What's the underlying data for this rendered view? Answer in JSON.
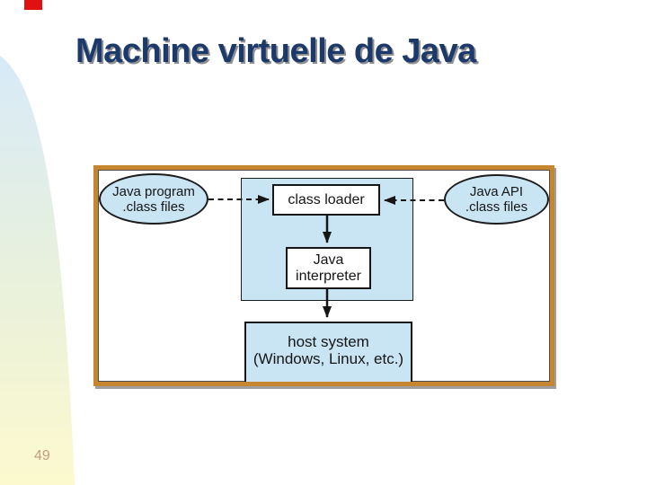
{
  "slide": {
    "title": "Machine virtuelle de Java",
    "page_number": "49"
  },
  "diagram": {
    "java_program": {
      "line1": "Java program",
      "line2": ".class files"
    },
    "java_api": {
      "line1": "Java API",
      "line2": ".class files"
    },
    "class_loader": {
      "label": "class loader"
    },
    "java_interpreter": {
      "line1": "Java",
      "line2": "interpreter"
    },
    "host_system": {
      "line1": "host system",
      "line2": "(Windows, Linux, etc.)"
    }
  },
  "colors": {
    "title_text": "#1B3A6B",
    "title_shadow": "#8F8F8F",
    "frame_border": "#C6862F",
    "node_fill": "#C9E5F4",
    "node_outline": "#161616",
    "accent_red": "#E21111",
    "page_number_text": "#C59D84",
    "decoration_gradient_top": "#D7EAF8",
    "decoration_gradient_middle": "#E9F1DC",
    "decoration_gradient_bottom": "#FCF9CE"
  }
}
